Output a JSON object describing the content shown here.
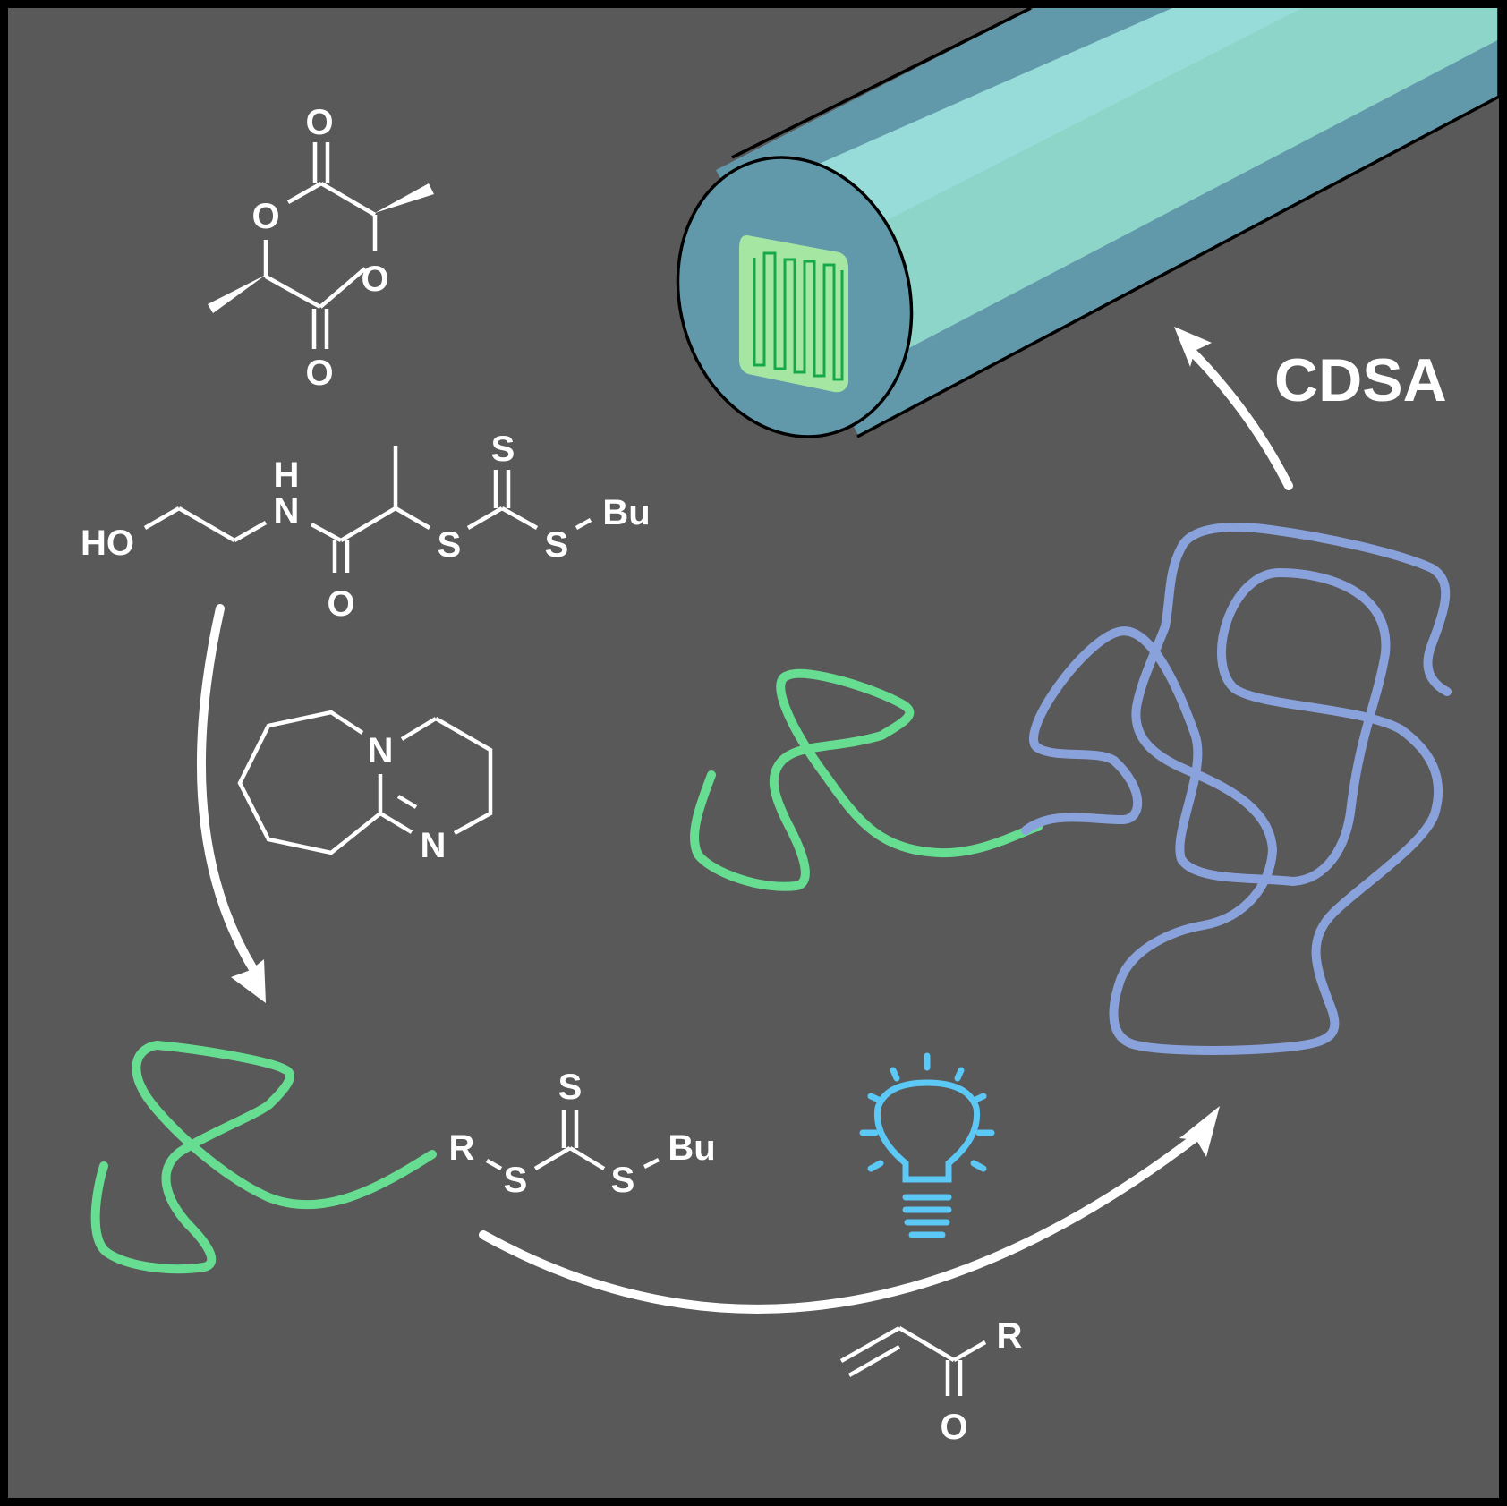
{
  "figure": {
    "labels": {
      "process": "CDSA"
    },
    "lactide": {
      "o_top": "O",
      "o_ring_left": "O",
      "o_ring_right": "O",
      "o_bottom": "O"
    },
    "cta": {
      "s_thione": "S",
      "h": "H",
      "n": "N",
      "ho": "HO",
      "o_amide": "O",
      "s1": "S",
      "s2": "S",
      "bu": "Bu"
    },
    "dbu": {
      "n1": "N",
      "n2": "N"
    },
    "macro_cta": {
      "r": "R",
      "s_thione": "S",
      "s1": "S",
      "s2": "S",
      "bu": "Bu"
    },
    "acrylate": {
      "r": "R",
      "o": "O"
    },
    "icons": [
      "light-bulb-icon"
    ],
    "colors": {
      "background": "#595959",
      "frame": "#000000",
      "pla_chain": "#66dd91",
      "acrylate_chain": "#8aa2dc",
      "bulb": "#5bc8f5",
      "cylinder_shell": "#6199ab",
      "cylinder_light": "#98dcd8",
      "core": "#a8e8a5",
      "core_line": "#1aa64a"
    }
  }
}
